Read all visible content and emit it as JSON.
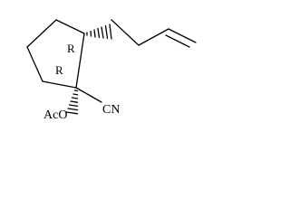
{
  "molecule": {
    "labels": {
      "nitrile": "CN",
      "acetoxy": "AcO",
      "stereo_c1": "R",
      "stereo_c2": "R"
    },
    "colors": {
      "ink": "#000000",
      "background": "#ffffff"
    }
  }
}
